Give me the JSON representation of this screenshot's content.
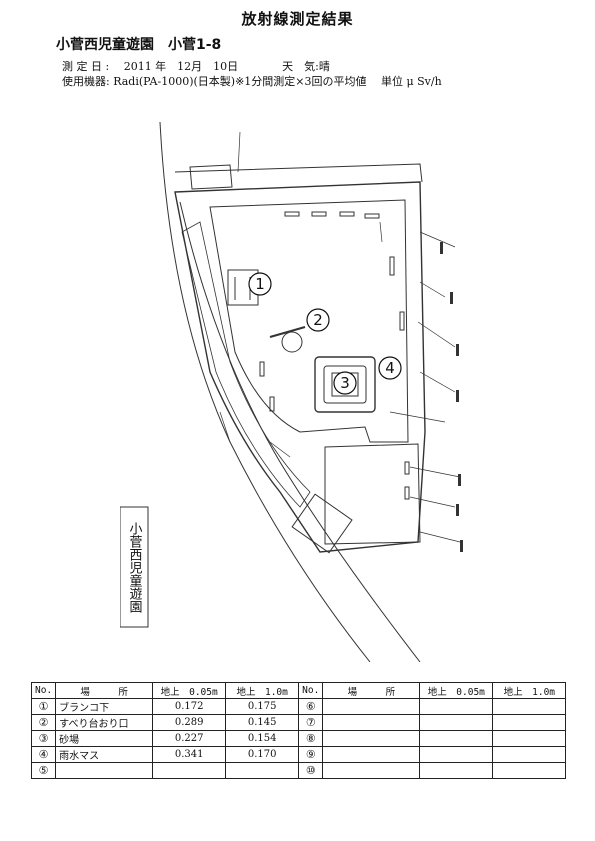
{
  "header": {
    "title": "放射線測定結果",
    "park_line": "小菅西児童遊園　小菅1-8",
    "date_line": "測 定 日 :　 2011 年　12月　10日　　　　天　気:晴",
    "instrument_line": "使用機器: Radi(PA-1000)(日本製)※1分間測定×3回の平均値　 単位 μ Sv/h"
  },
  "map": {
    "park_label": "小菅西児童遊園",
    "markers": [
      "1",
      "2",
      "3",
      "4"
    ]
  },
  "table": {
    "headers": [
      "No.",
      "場　　　所",
      "地上　0.05m",
      "地上　1.0m",
      "No.",
      "場　　　所",
      "地上　0.05m",
      "地上　1.0m"
    ],
    "left_rows": [
      {
        "no": "①",
        "place": "ブランコ下",
        "v005": "0.172",
        "v10": "0.175"
      },
      {
        "no": "②",
        "place": "すべり台おり口",
        "v005": "0.289",
        "v10": "0.145"
      },
      {
        "no": "③",
        "place": "砂場",
        "v005": "0.227",
        "v10": "0.154"
      },
      {
        "no": "④",
        "place": "雨水マス",
        "v005": "0.341",
        "v10": "0.170"
      },
      {
        "no": "⑤",
        "place": "",
        "v005": "",
        "v10": ""
      }
    ],
    "right_rows": [
      {
        "no": "⑥",
        "place": "",
        "v005": "",
        "v10": ""
      },
      {
        "no": "⑦",
        "place": "",
        "v005": "",
        "v10": ""
      },
      {
        "no": "⑧",
        "place": "",
        "v005": "",
        "v10": ""
      },
      {
        "no": "⑨",
        "place": "",
        "v005": "",
        "v10": ""
      },
      {
        "no": "⑩",
        "place": "",
        "v005": "",
        "v10": ""
      }
    ]
  }
}
